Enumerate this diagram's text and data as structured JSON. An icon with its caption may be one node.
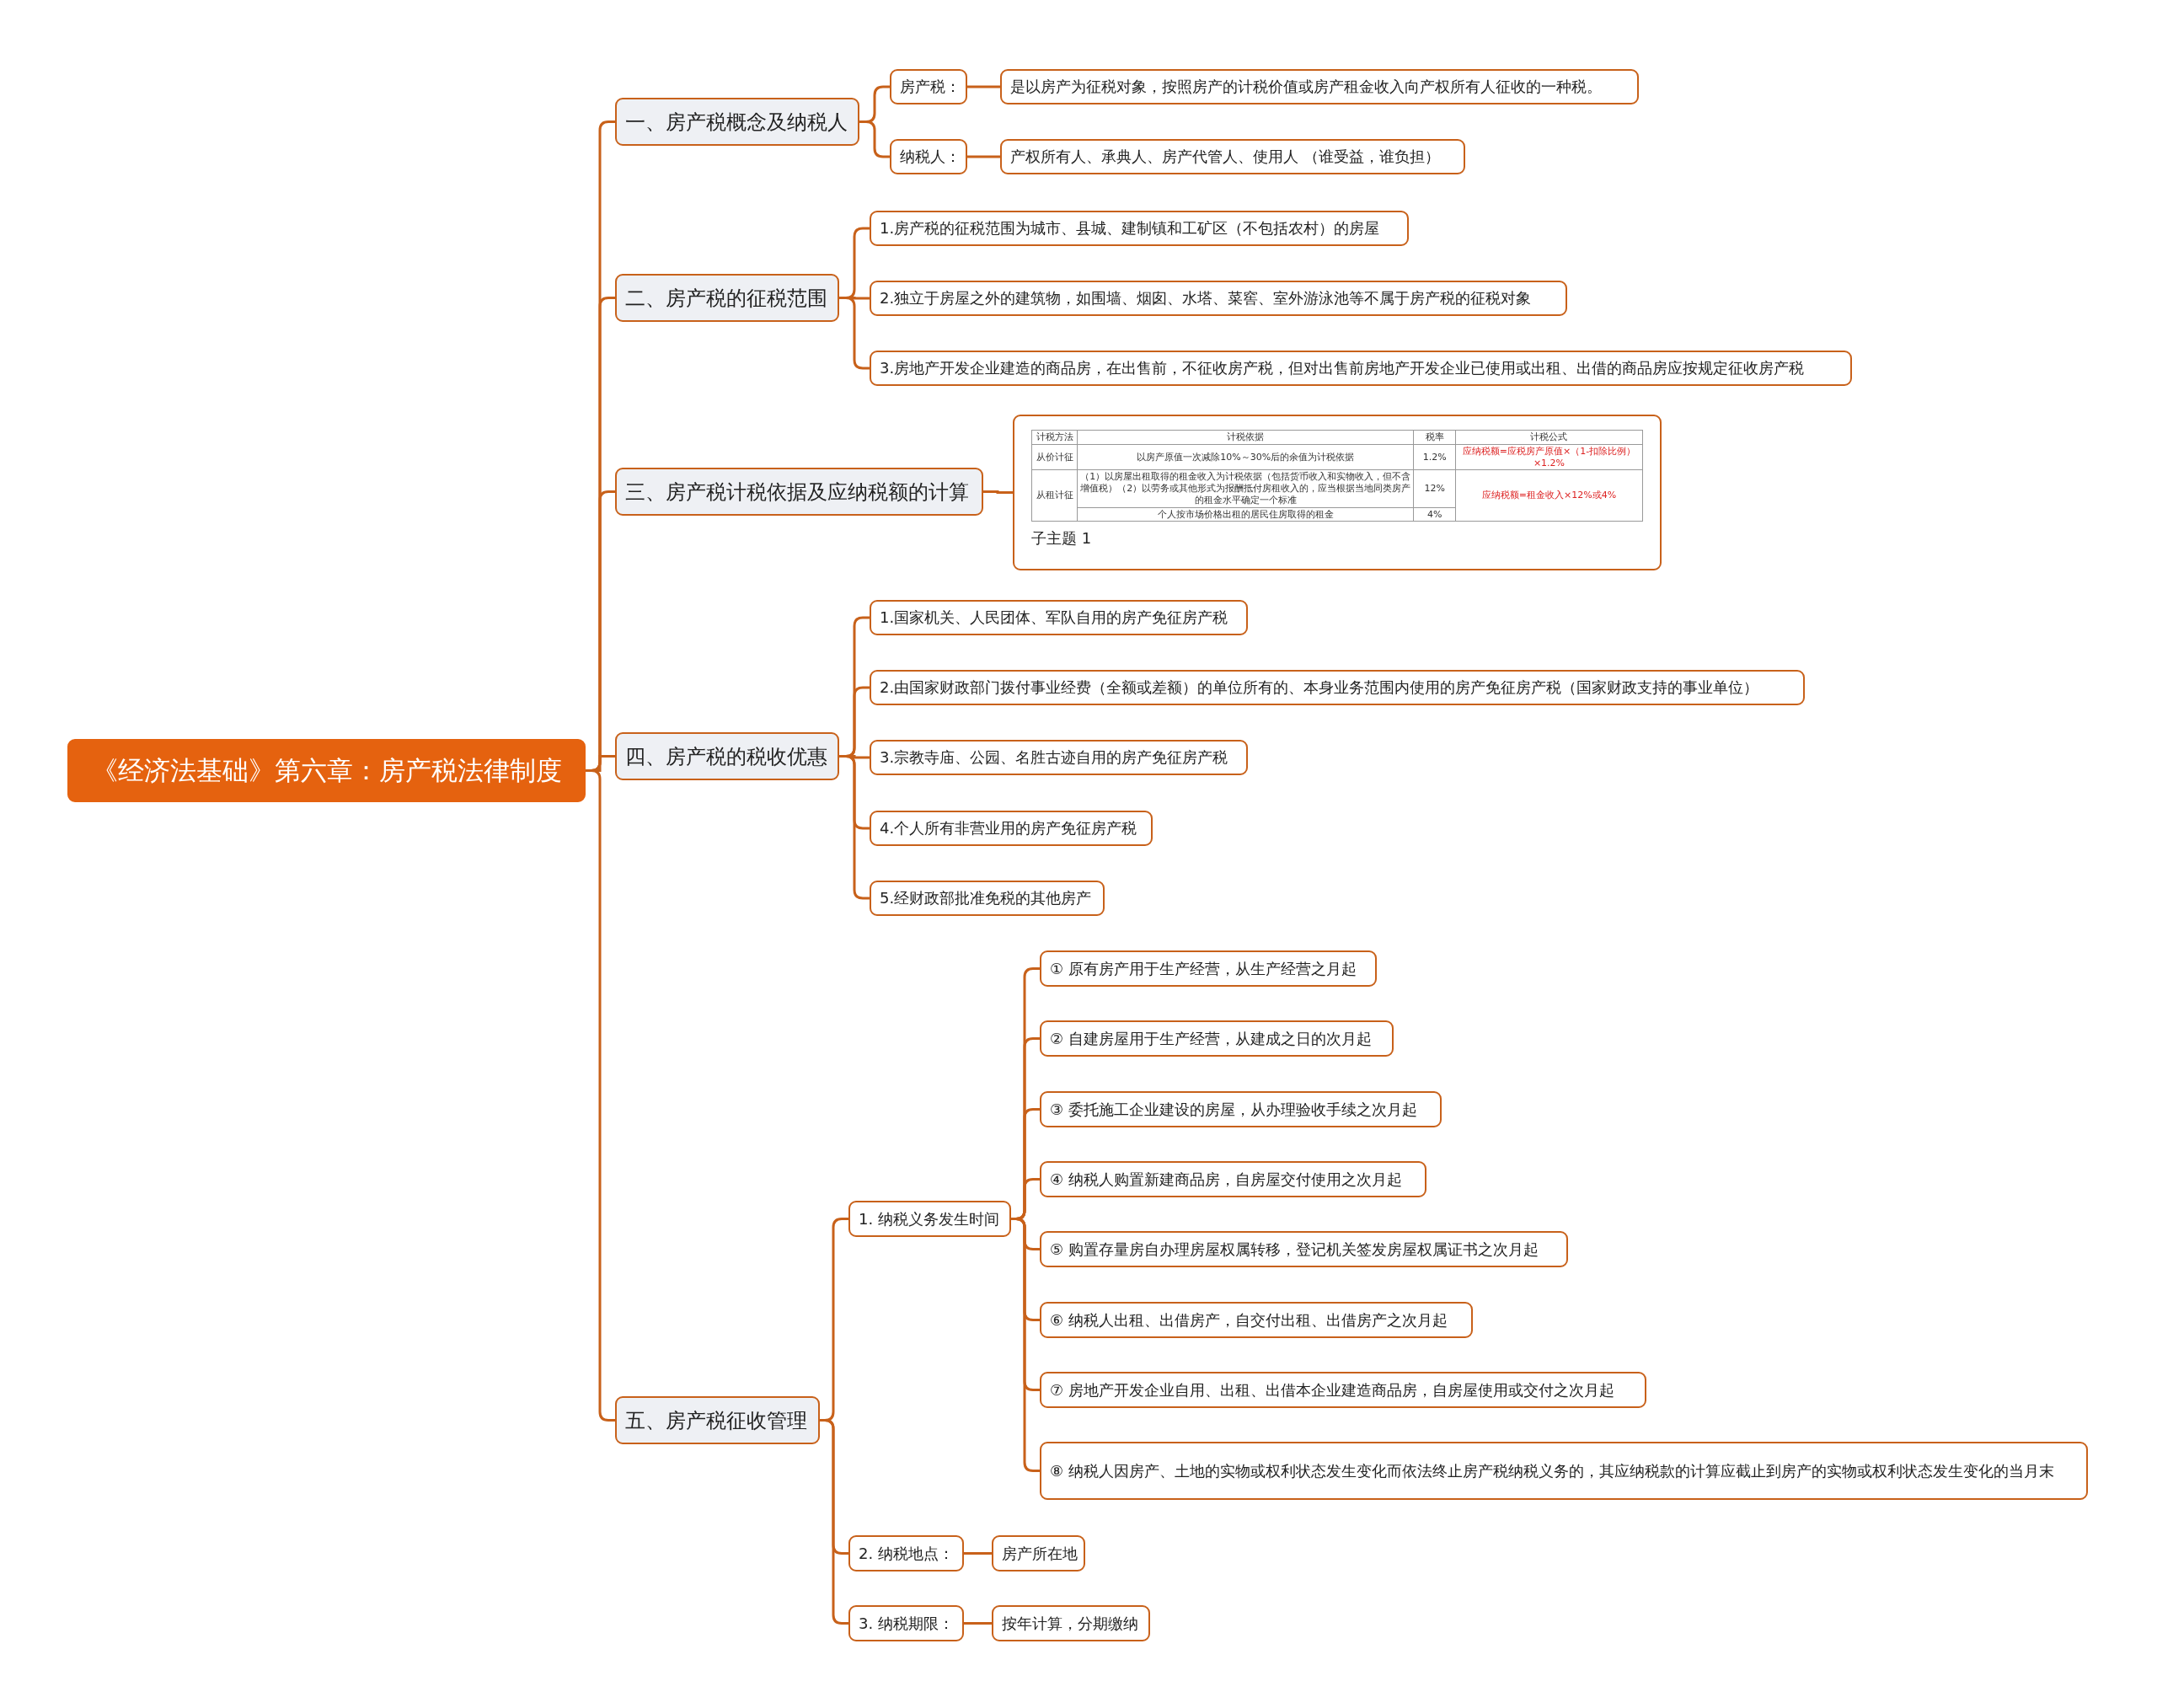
{
  "diagram": {
    "nodes": [
      {
        "text": [
          "《经济法基础》第六章：房产税法律制度"
        ]
      },
      {
        "text": [
          "一、房产税概念及纳税人"
        ]
      },
      {
        "text": [
          "房产税："
        ]
      },
      {
        "text": [
          "是以房产为征税对象，按照房产的计税价值或房产租金收入向产权所有人征收的一种税。"
        ]
      },
      {
        "text": [
          "纳税人："
        ]
      },
      {
        "text": [
          "产权所有人、承典人、房产代管人、使用人 （谁受益，谁负担）"
        ]
      },
      {
        "text": [
          "二、房产税的征税范围"
        ]
      },
      {
        "text": [
          "1.房产税的征税范围为城市、县城、建制镇和工矿区（不包括农村）的房屋"
        ]
      },
      {
        "text": [
          "2.独立于房屋之外的建筑物，如围墙、烟囱、水塔、菜窖、室外游泳池等不属于房产税的征税对象"
        ]
      },
      {
        "text": [
          "3.房地产开发企业建造的商品房，在出售前，不征收房产税，但对出售前房地产开发企业已使用或出租、出借的商品房应按规定征收房产税"
        ]
      },
      {
        "text": [
          "三、房产税计税依据及应纳税额的计算"
        ]
      },
      {
        "text": [
          "子主题 1"
        ]
      },
      {
        "text": [
          "四、房产税的税收优惠"
        ]
      },
      {
        "text": [
          "1.国家机关、人民团体、军队自用的房产免征房产税"
        ]
      },
      {
        "text": [
          "2.由国家财政部门拨付事业经费（全额或差额）的单位所有的、本身业务范围内使用的房产免征房产税（国家财政支持的事业单位）"
        ]
      },
      {
        "text": [
          "3.宗教寺庙、公园、名胜古迹自用的房产免征房产税"
        ]
      },
      {
        "text": [
          "4.个人所有非营业用的房产免征房产税"
        ]
      },
      {
        "text": [
          "5.经财政部批准免税的其他房产"
        ]
      },
      {
        "text": [
          "五、房产税征收管理"
        ]
      },
      {
        "text": [
          "1. 纳税义务发生时间"
        ]
      },
      {
        "text": [
          "① 原有房产用于生产经营，从生产经营之月起"
        ]
      },
      {
        "text": [
          "② 自建房屋用于生产经营，从建成之日的次月起"
        ]
      },
      {
        "text": [
          "③ 委托施工企业建设的房屋，从办理验收手续之次月起"
        ]
      },
      {
        "text": [
          "④ 纳税人购置新建商品房，自房屋交付使用之次月起"
        ]
      },
      {
        "text": [
          "⑤ 购置存量房自办理房屋权属转移，登记机关签发房屋权属证书之次月起"
        ]
      },
      {
        "text": [
          "⑥ 纳税人出租、出借房产，自交付出租、出借房产之次月起"
        ]
      },
      {
        "text": [
          "⑦ 房地产开发企业自用、出租、出借本企业建造商品房，自房屋使用或交付之次月起"
        ]
      },
      {
        "text": [
          "⑧ 纳税人因房产、土地的实物或权利状态发生变化而依法终止房产税纳税义务的，其应纳税款的计算应截止到房产的实物或权利状态发生变化的当月末"
        ]
      },
      {
        "text": [
          "2. 纳税地点："
        ]
      },
      {
        "text": [
          "房产所在地"
        ]
      },
      {
        "text": [
          "3. 纳税期限："
        ]
      },
      {
        "text": [
          "按年计算，分期缴纳"
        ]
      }
    ],
    "edges": [
      {
        "from": 0,
        "to": 1,
        "arrow": "none"
      },
      {
        "from": 1,
        "to": 2,
        "arrow": "none"
      },
      {
        "from": 2,
        "to": 3,
        "arrow": "none"
      },
      {
        "from": 1,
        "to": 4,
        "arrow": "none"
      },
      {
        "from": 4,
        "to": 5,
        "arrow": "none"
      },
      {
        "from": 0,
        "to": 6,
        "arrow": "none"
      },
      {
        "from": 6,
        "to": 7,
        "arrow": "none"
      },
      {
        "from": 6,
        "to": 8,
        "arrow": "none"
      },
      {
        "from": 6,
        "to": 9,
        "arrow": "none"
      },
      {
        "from": 0,
        "to": 10,
        "arrow": "none"
      },
      {
        "from": 10,
        "to": 11,
        "arrow": "none"
      },
      {
        "from": 0,
        "to": 12,
        "arrow": "none"
      },
      {
        "from": 12,
        "to": 13,
        "arrow": "none"
      },
      {
        "from": 12,
        "to": 14,
        "arrow": "none"
      },
      {
        "from": 12,
        "to": 15,
        "arrow": "none"
      },
      {
        "from": 12,
        "to": 16,
        "arrow": "none"
      },
      {
        "from": 12,
        "to": 17,
        "arrow": "none"
      },
      {
        "from": 0,
        "to": 18,
        "arrow": "none"
      },
      {
        "from": 18,
        "to": 19,
        "arrow": "none"
      },
      {
        "from": 19,
        "to": 20,
        "arrow": "none"
      },
      {
        "from": 19,
        "to": 21,
        "arrow": "none"
      },
      {
        "from": 19,
        "to": 22,
        "arrow": "none"
      },
      {
        "from": 19,
        "to": 23,
        "arrow": "none"
      },
      {
        "from": 19,
        "to": 24,
        "arrow": "none"
      },
      {
        "from": 19,
        "to": 25,
        "arrow": "none"
      },
      {
        "from": 19,
        "to": 26,
        "arrow": "none"
      },
      {
        "from": 19,
        "to": 27,
        "arrow": "none"
      },
      {
        "from": 18,
        "to": 28,
        "arrow": "none"
      },
      {
        "from": 28,
        "to": 29,
        "arrow": "none"
      },
      {
        "from": 18,
        "to": 30,
        "arrow": "none"
      },
      {
        "from": 30,
        "to": 31,
        "arrow": "none"
      }
    ],
    "labels": [
      "计税方法",
      "计税依据",
      "税率",
      "计税公式",
      "从价计征",
      "以房产原值一次减除10%～30%后的余值为计税依据",
      "1.2%",
      "应纳税额=应税房产原值×（1-扣除比例）×1.2%",
      "从租计征",
      "（1）以房屋出租取得的租金收入为计税依据（包括货币收入和实物收入，但不含增值税）（2）以劳务或其他形式为报酬抵付房租收入的，应当根据当地同类房产的租金水平确定一个标准",
      "12%",
      "应纳税额=租金收入×12%或4%",
      "个人按市场价格出租的居民住房取得的租金",
      "4%"
    ]
  }
}
